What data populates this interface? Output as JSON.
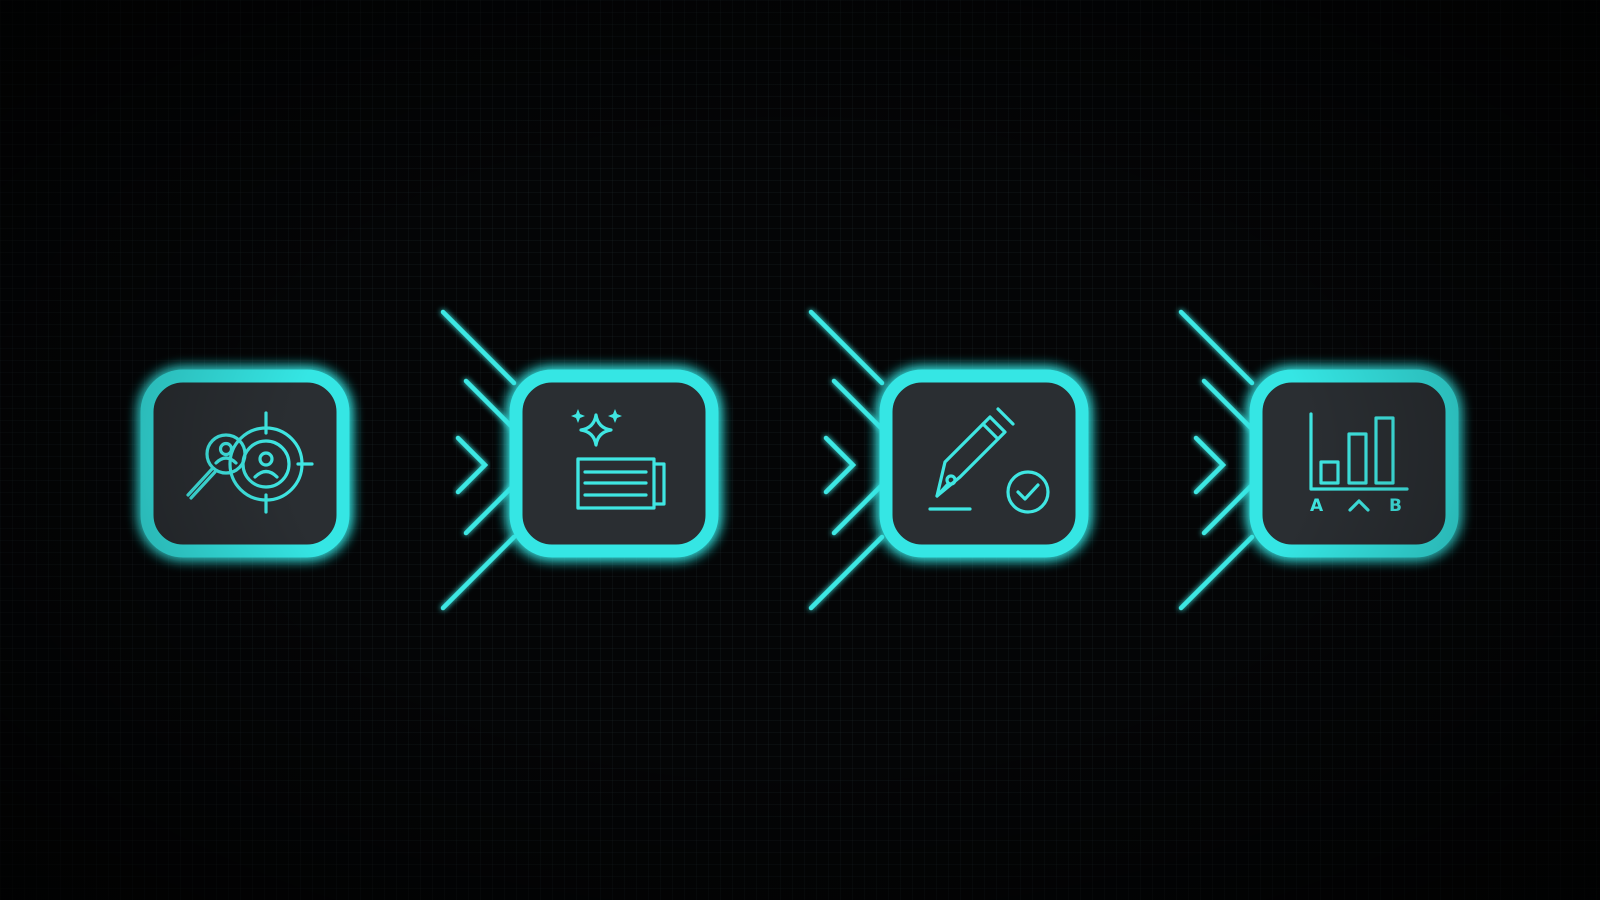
{
  "diagram": {
    "type": "linear-process-flow",
    "accent_color": "#3ee8e4",
    "box_fill_color": "#2b2d30",
    "background_color": "#040506",
    "steps": [
      {
        "icon": "audience-target-search-icon"
      },
      {
        "icon": "sparkle-document-icon"
      },
      {
        "icon": "pen-approve-icon"
      },
      {
        "icon": "ab-test-bar-chart-icon",
        "labels": [
          "A",
          "B"
        ]
      }
    ],
    "connectors": [
      {
        "from": 1,
        "to": 2,
        "icon": "arrow-right-icon"
      },
      {
        "from": 2,
        "to": 3,
        "icon": "arrow-right-icon"
      },
      {
        "from": 3,
        "to": 4,
        "icon": "arrow-right-icon"
      }
    ]
  }
}
